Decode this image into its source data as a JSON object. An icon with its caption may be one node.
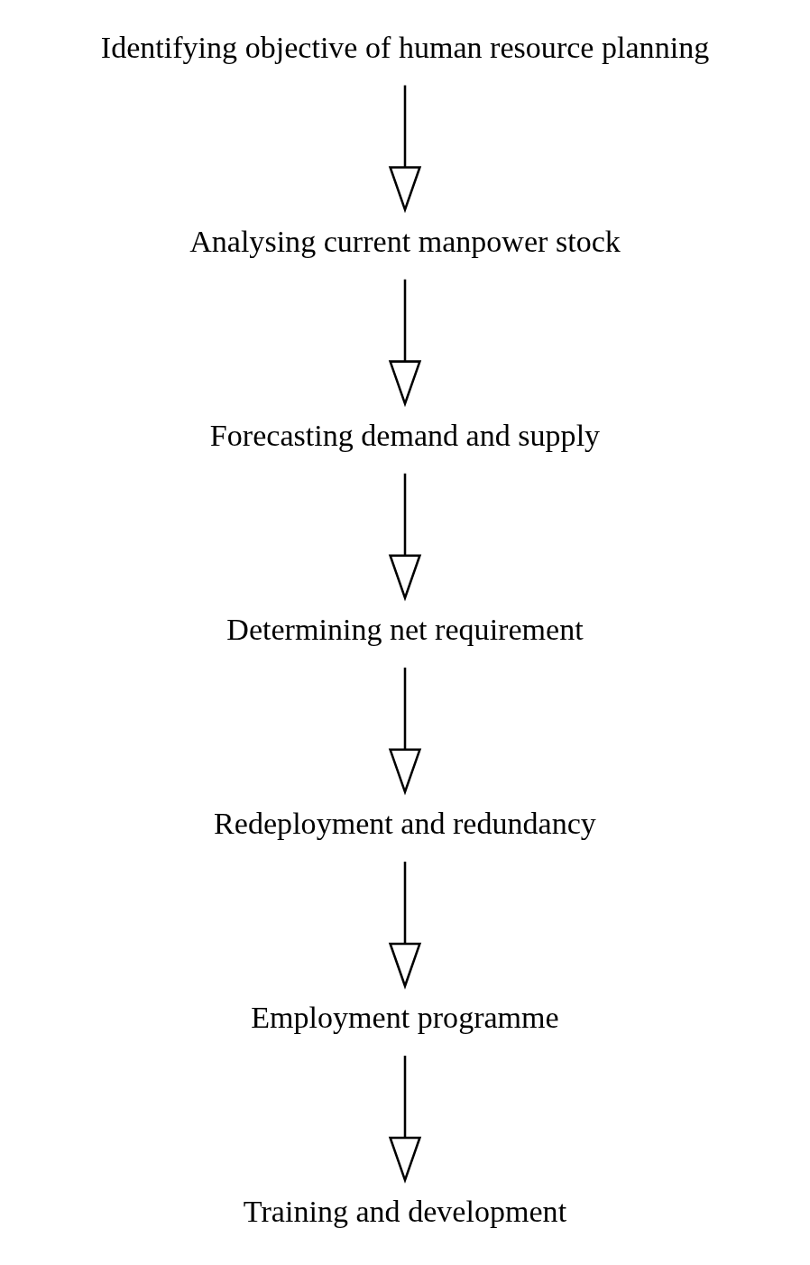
{
  "diagram": {
    "nodes": [
      {
        "text": [
          "Identifying objective of human resource planning"
        ]
      },
      {
        "text": [
          "Analysing current manpower stock"
        ]
      },
      {
        "text": [
          "Forecasting demand and supply"
        ]
      },
      {
        "text": [
          "Determining net requirement"
        ]
      },
      {
        "text": [
          "Redeployment and redundancy"
        ]
      },
      {
        "text": [
          "Employment programme"
        ]
      },
      {
        "text": [
          "Training and development"
        ]
      }
    ],
    "edges": [
      {
        "from": 0,
        "to": 1,
        "arrow": "to"
      },
      {
        "from": 1,
        "to": 2,
        "arrow": "to"
      },
      {
        "from": 2,
        "to": 3,
        "arrow": "to"
      },
      {
        "from": 3,
        "to": 4,
        "arrow": "to"
      },
      {
        "from": 4,
        "to": 5,
        "arrow": "to"
      },
      {
        "from": 5,
        "to": 6,
        "arrow": "to"
      }
    ]
  }
}
